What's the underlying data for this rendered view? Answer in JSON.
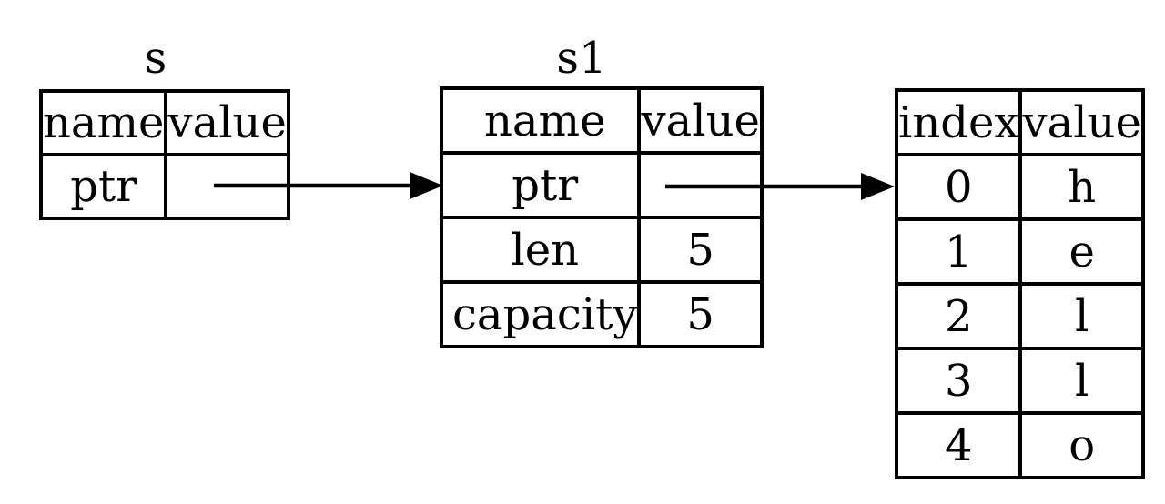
{
  "figure": {
    "background_color": "#ffffff",
    "line_color": "#000000",
    "description": "Memory diagram: pointers s and s1 referencing the same heap string data"
  },
  "stack_table_s": {
    "title": "s",
    "headers": {
      "name": "name",
      "value": "value"
    },
    "rows": [
      {
        "name": "ptr",
        "value": ""
      }
    ]
  },
  "stack_table_s1": {
    "title": "s1",
    "headers": {
      "name": "name",
      "value": "value"
    },
    "rows": [
      {
        "name": "ptr",
        "value": ""
      },
      {
        "name": "len",
        "value": "5"
      },
      {
        "name": "capacity",
        "value": "5"
      }
    ]
  },
  "heap_table": {
    "headers": {
      "index": "index",
      "value": "value"
    },
    "rows": [
      {
        "index": "0",
        "value": "h"
      },
      {
        "index": "1",
        "value": "e"
      },
      {
        "index": "2",
        "value": "l"
      },
      {
        "index": "3",
        "value": "l"
      },
      {
        "index": "4",
        "value": "o"
      }
    ]
  },
  "arrows": [
    {
      "name": "s-ptr-to-s1"
    },
    {
      "name": "s1-ptr-to-heap"
    }
  ]
}
